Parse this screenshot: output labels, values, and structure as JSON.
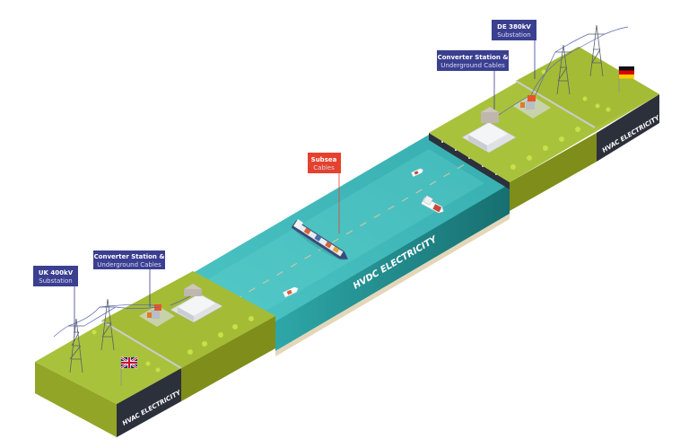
{
  "labels": {
    "uk_substation": {
      "title": "UK 400kV",
      "subtitle": "Substation"
    },
    "uk_converter": {
      "title": "Converter Station &",
      "subtitle": "Underground Cables"
    },
    "subsea": {
      "title": "Subsea",
      "subtitle": "Cables"
    },
    "de_converter": {
      "title": "Converter Station &",
      "subtitle": "Underground Cables"
    },
    "de_substation": {
      "title": "DE 380kV",
      "subtitle": "Substation"
    }
  },
  "faces": {
    "left_hvac": "HVAC ELECTRICITY",
    "right_hvac": "HVAC ELECTRICITY",
    "hvdc": "HVDC ELECTRICITY"
  },
  "colors": {
    "label_navy": "#3b3f90",
    "label_red": "#e5412d",
    "land_top": "#a9c23c",
    "land_side": "#8c9a1f",
    "dark_face": "#2c303b",
    "water": "#45bfc0"
  }
}
